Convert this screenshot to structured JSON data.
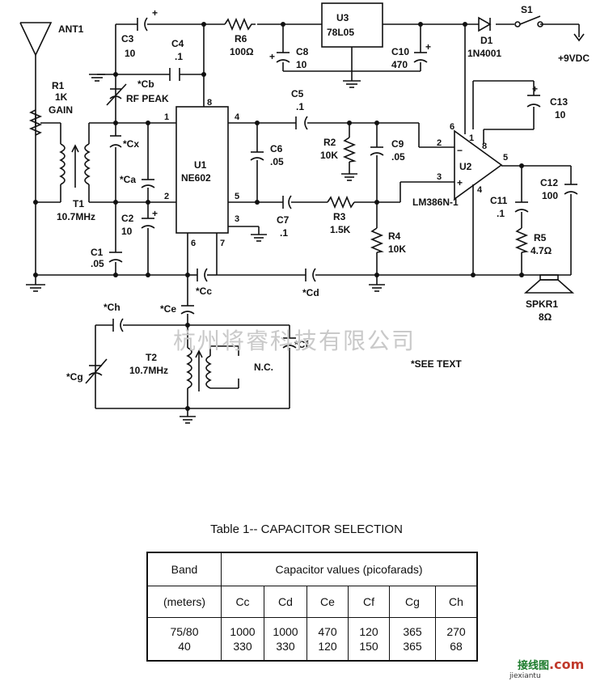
{
  "schematic": {
    "components": {
      "ant1": "ANT1",
      "r1_ref": "R1",
      "r1_val": "1K",
      "r1_fn": "GAIN",
      "c3_ref": "C3",
      "c3_val": "10",
      "c4_ref": "C4",
      "c4_val": ".1",
      "r6_ref": "R6",
      "r6_val": "100Ω",
      "u3_ref": "U3",
      "u3_val": "78L05",
      "c8_ref": "C8",
      "c8_val": "10",
      "c10_ref": "C10",
      "c10_val": "470",
      "d1_ref": "D1",
      "d1_val": "1N4001",
      "s1_ref": "S1",
      "supply": "+9VDC",
      "cb": "*Cb",
      "rfpeak": "RF PEAK",
      "cx": "*Cx",
      "ca": "*Ca",
      "t1_ref": "T1",
      "t1_val": "10.7MHz",
      "c2_ref": "C2",
      "c2_val": "10",
      "c1_ref": "C1",
      "c1_val": ".05",
      "u1_ref": "U1",
      "u1_val": "NE602",
      "c5_ref": "C5",
      "c5_val": ".1",
      "r2_ref": "R2",
      "r2_val": "10K",
      "c9_ref": "C9",
      "c9_val": ".05",
      "c6_ref": "C6",
      "c6_val": ".05",
      "c7_ref": "C7",
      "c7_val": ".1",
      "r3_ref": "R3",
      "r3_val": "1.5K",
      "r4_ref": "R4",
      "r4_val": "10K",
      "u2_ref": "U2",
      "u2_val": "LM386N-1",
      "c13_ref": "C13",
      "c13_val": "10",
      "c12_ref": "C12",
      "c12_val": "100",
      "c11_ref": "C11",
      "c11_val": ".1",
      "r5_ref": "R5",
      "r5_val": "4.7Ω",
      "spkr_ref": "SPKR1",
      "spkr_val": "8Ω",
      "cc": "*Cc",
      "cd": "*Cd",
      "ce": "*Ce",
      "ch": "*Ch",
      "cf": "*Cf",
      "cg": "*Cg",
      "t2_ref": "T2",
      "t2_val": "10.7MHz",
      "nc": "N.C.",
      "see_text": "*SEE TEXT"
    },
    "pins": {
      "u1_p1": "1",
      "u1_p2": "2",
      "u1_p3": "3",
      "u1_p4": "4",
      "u1_p5": "5",
      "u1_p6": "6",
      "u1_p7": "7",
      "u1_p8": "8",
      "u2_p1": "1",
      "u2_p2": "2",
      "u2_p3": "3",
      "u2_p4": "4",
      "u2_p5": "5",
      "u2_p6": "6",
      "u2_p8": "8",
      "u2_minus": "−",
      "u2_plus": "+"
    },
    "watermark": "杭州将睿科技有限公司"
  },
  "table": {
    "title": "Table 1-- CAPACITOR SELECTION",
    "band_header": "Band",
    "band_unit": "(meters)",
    "values_header": "Capacitor values (picofarads)",
    "columns": [
      "Cc",
      "Cd",
      "Ce",
      "Cf",
      "Cg",
      "Ch"
    ],
    "bands": {
      "a": "75/80",
      "b": "40"
    },
    "rows": {
      "cc": {
        "a": "1000",
        "b": "330"
      },
      "cd": {
        "a": "1000",
        "b": "330"
      },
      "ce": {
        "a": "470",
        "b": "120"
      },
      "cf": {
        "a": "120",
        "b": "150"
      },
      "cg": {
        "a": "365",
        "b": "365"
      },
      "ch": {
        "a": "270",
        "b": "68"
      }
    }
  },
  "logo": {
    "main": "接线图",
    "dot_com": ".com",
    "sub": "jiexiantu"
  }
}
